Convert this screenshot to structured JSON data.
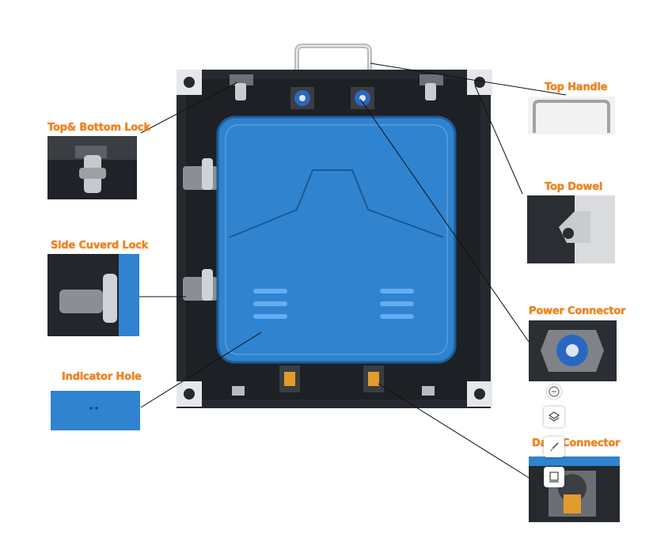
{
  "labels": {
    "top_bottom_lock": "Top& Bottom Lock",
    "side_lock": "Side Cuverd Lock",
    "indicator_hole": "Indicator Hole",
    "top_handle": "Top Handle",
    "top_dowel": "Top Dowel",
    "power_connector": "Power Connector",
    "data_connector": "Data Connector"
  },
  "icons": {
    "zoom_out": "minus-circle-icon",
    "layers": "layers-icon",
    "brush": "paintbrush-icon",
    "frame": "frame-icon"
  },
  "colors": {
    "label_orange": "#f0841c",
    "panel_blue": "#2f83cf",
    "cabinet_dark": "#24272b"
  }
}
